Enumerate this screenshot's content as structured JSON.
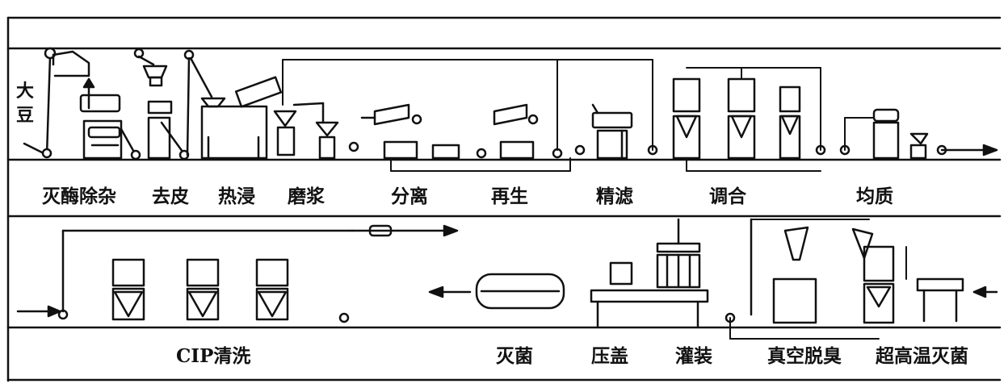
{
  "title": "豆奶生产工艺流程图",
  "input_label": "大豆",
  "top_stages": [
    "灭酶除杂",
    "去皮",
    "热浸",
    "磨浆",
    "分离",
    "再生",
    "精滤",
    "调合",
    "均质"
  ],
  "bottom_left_stage": "CIP清洗",
  "bottom_stages": [
    "灭菌",
    "压盖",
    "灌装",
    "真空脱臭",
    "超高温灭菌"
  ],
  "colors": {
    "ink": "#111111",
    "paper": "#ffffff"
  }
}
